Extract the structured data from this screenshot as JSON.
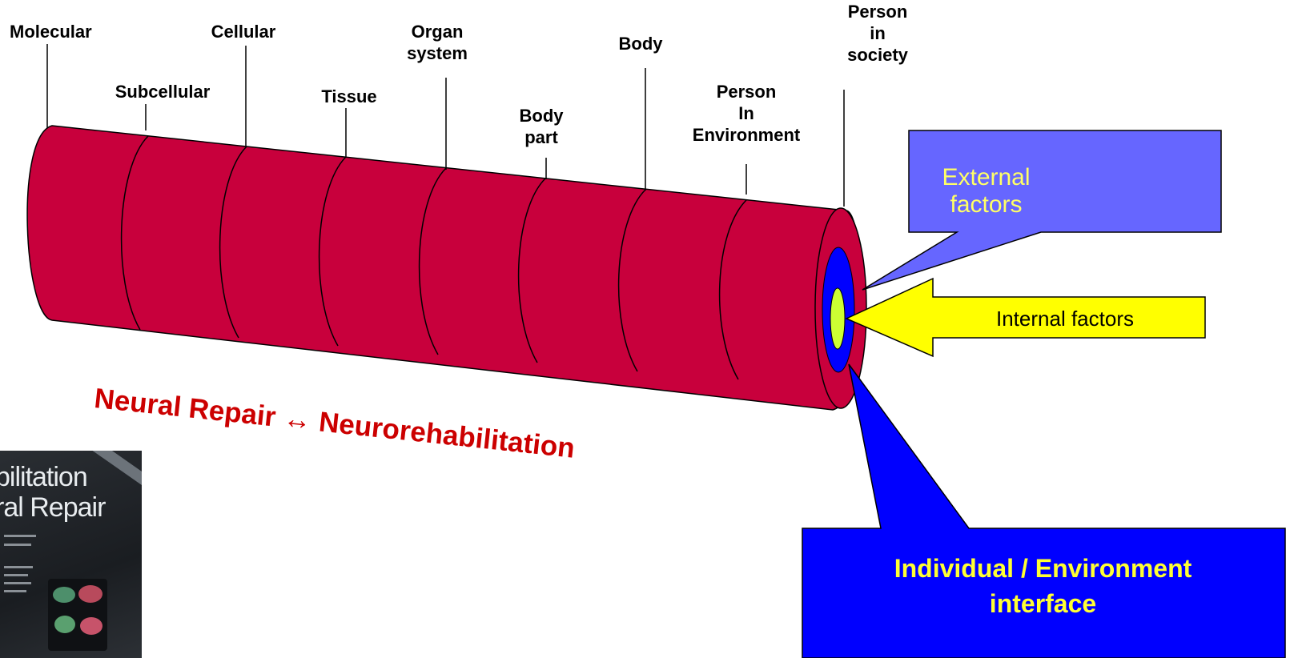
{
  "levels": [
    {
      "key": "molecular",
      "label": "Molecular"
    },
    {
      "key": "subcellular",
      "label": "Subcellular"
    },
    {
      "key": "cellular",
      "label": "Cellular"
    },
    {
      "key": "tissue",
      "label": "Tissue"
    },
    {
      "key": "organ",
      "label": "Organ\nsystem"
    },
    {
      "key": "bodypart",
      "label": "Body\npart"
    },
    {
      "key": "body",
      "label": "Body"
    },
    {
      "key": "person_env",
      "label": "Person\nIn\nEnvironment"
    },
    {
      "key": "person_soc",
      "label": "Person\nin\nsociety"
    }
  ],
  "callouts": {
    "external": "External factors",
    "internal": "Internal factors",
    "interface": "Individual / Environment\ninterface"
  },
  "banner": "Neural Repair ↔ Neurorehabilitation",
  "cover": {
    "line1": "bilitation",
    "line2": "ral Repair"
  },
  "colors": {
    "cylinder": "#c8003c",
    "external_callout": "#6666ff",
    "interface_callout": "#0000ff",
    "internal_arrow": "#ffff00",
    "banner": "#cc0000"
  }
}
